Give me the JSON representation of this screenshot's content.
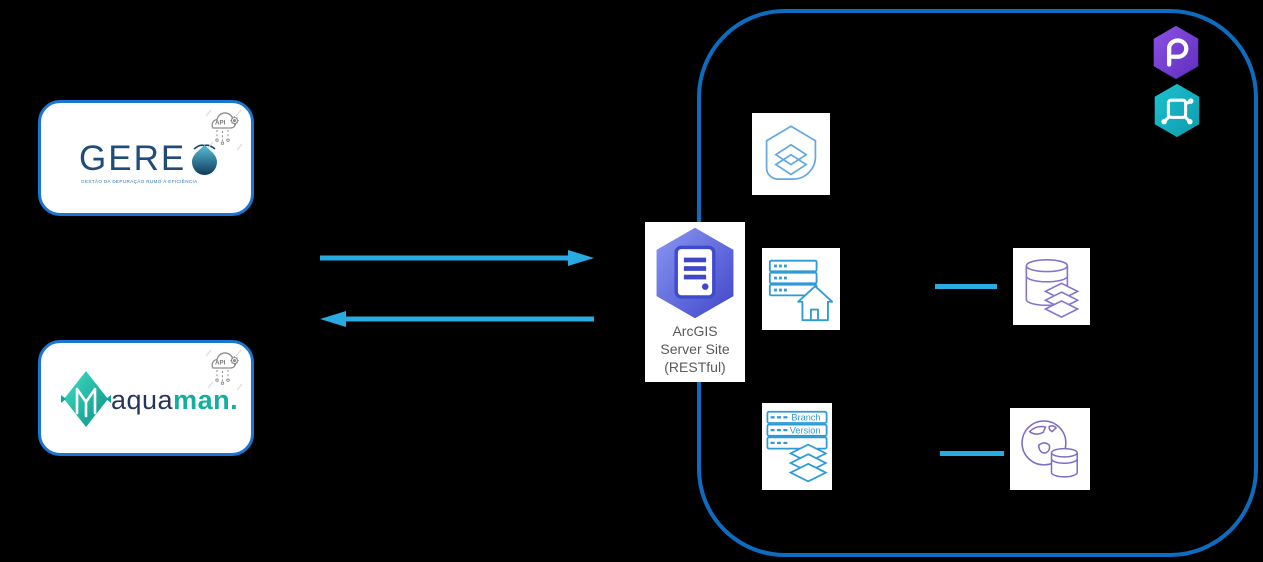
{
  "diagram": {
    "left_apps": {
      "gere": {
        "logo_text": "GERE",
        "tagline": "GESTÃO DA DEPURAÇÃO RUMO À EFICIÊNCIA",
        "api_badge_label": "API"
      },
      "aquaman": {
        "logo_part1": "aqua",
        "logo_part2": "man",
        "logo_part3": ".",
        "api_badge_label": "API"
      }
    },
    "center": {
      "server_label_line1": "ArcGIS",
      "server_label_line2": "Server Site",
      "server_label_line3": "(RESTful)"
    },
    "enterprise_box": {
      "branch_row_label": "Branch",
      "version_row_label": "Version"
    },
    "icons": {
      "api_cloud": "cloud-api-gear-icon",
      "gere_logo_mark": "water-drop-icon",
      "aquaman_logo_mark": "diamond-m-icon",
      "arcgis_server": "arcgis-server-hexagon-document-icon",
      "gis_server": "shield-layers-icon",
      "hosted_server": "server-rack-house-icon",
      "branch_version_server": "server-rack-branch-version-layers-icon",
      "enterprise_geodatabase": "database-layers-icon",
      "web_geodatabase": "globe-database-icon",
      "product_badge_top": "purple-hexagon-pro-icon",
      "product_badge_bottom": "teal-hexagon-utility-network-icon"
    },
    "colors": {
      "background": "#000000",
      "app_card_border": "#1B75D4",
      "boundary_border": "#0E6CBF",
      "arrow_cyan": "#29ABE2",
      "icon_blue": "#3D9BDC",
      "icon_purple": "#8277CB",
      "navy_text": "#1F4C79",
      "teal_accent": "#12AFA0",
      "server_label_gray": "#595959",
      "hexagon_indigo": "#4046C8",
      "badge_purple": "#7C42D8",
      "badge_teal": "#14B3C4"
    }
  }
}
